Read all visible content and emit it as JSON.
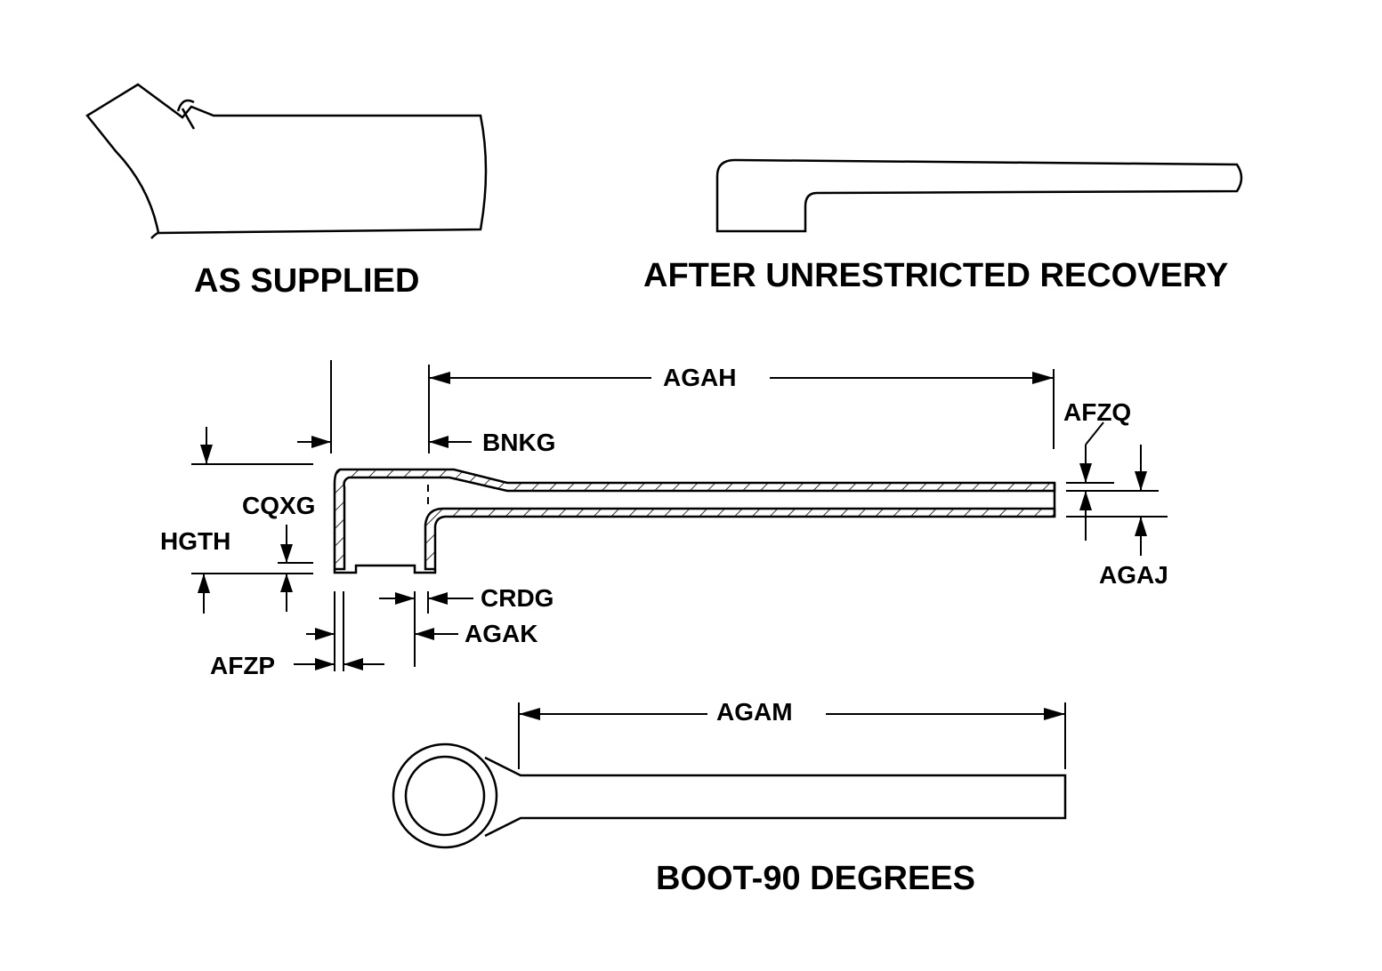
{
  "captions": {
    "as_supplied": "AS SUPPLIED",
    "after_recovery": "AFTER UNRESTRICTED RECOVERY",
    "boot": "BOOT-90 DEGREES"
  },
  "dimensions": {
    "agah": "AGAH",
    "afzq": "AFZQ",
    "bnkg": "BNKG",
    "cqxg": "CQXG",
    "hgth": "HGTH",
    "crdg": "CRDG",
    "agak": "AGAK",
    "afzp": "AFZP",
    "agaj": "AGAJ",
    "agam": "AGAM"
  }
}
